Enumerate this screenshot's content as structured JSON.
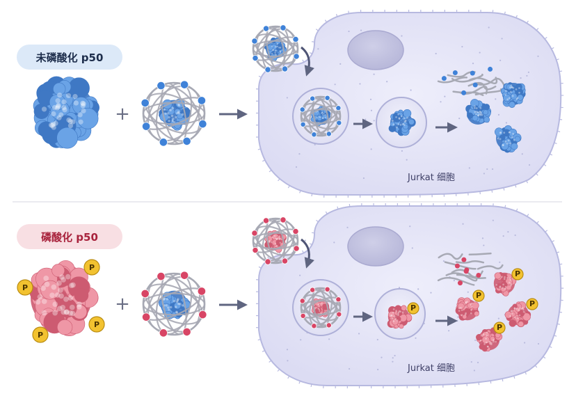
{
  "panels": [
    {
      "label": "未磷酸化 p50",
      "cell_label": "Jurkat 细胞",
      "phosphorylated": false,
      "colors": {
        "pill_bg": "#dce9f8",
        "pill_text": "#1e2e4c",
        "protein": "#6aa3e6",
        "protein_dark": "#3f78c4",
        "cage_bead": "#3f82d8"
      }
    },
    {
      "label": "磷酸化 p50",
      "cell_label": "Jurkat 细胞",
      "phosphorylated": true,
      "phospho_symbol": "P",
      "colors": {
        "pill_bg": "#f8dfe3",
        "pill_text": "#a8223c",
        "protein": "#ef97a6",
        "protein_dark": "#cd5b71",
        "cage_bead": "#d84565"
      }
    }
  ],
  "operator": "+",
  "colors": {
    "cell_fill": "#e6e6f7",
    "cell_stroke": "#b7b9e0",
    "cage_strand": "#a7a9b4",
    "core_protein": "#5d98e0",
    "arrow": "#5f6580",
    "phospho_badge": "#f2c230"
  }
}
